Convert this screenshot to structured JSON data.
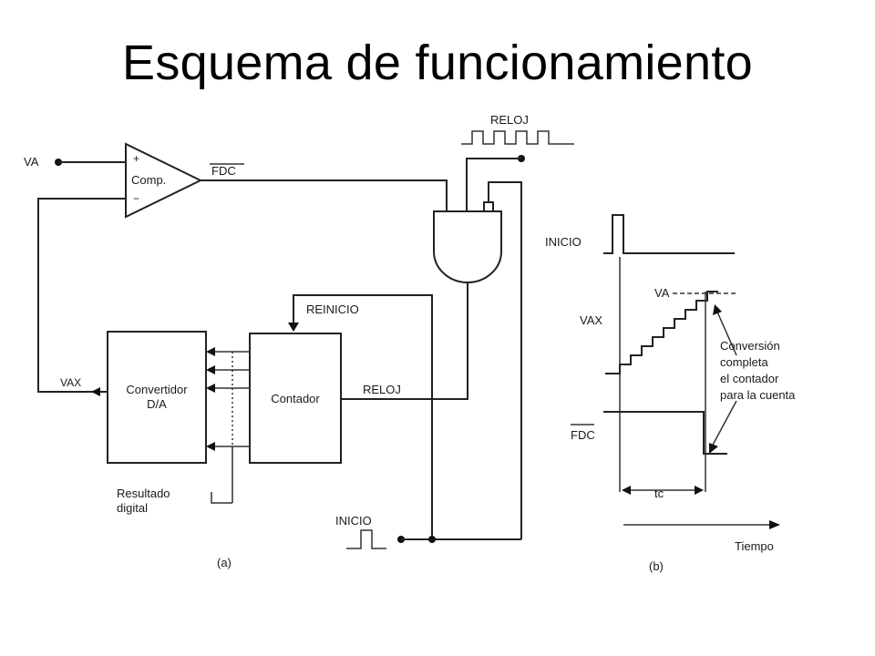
{
  "title": "Esquema de funcionamiento",
  "colors": {
    "ink": "#222222",
    "background": "#ffffff"
  },
  "circuit": {
    "input_label": "VA",
    "comparator_label": "Comp.",
    "comparator_plus": "+",
    "comparator_minus": "−",
    "fdc_label": "FDC",
    "clock_label": "RELOJ",
    "reset_label": "REINICIO",
    "dac_label_line1": "Convertidor",
    "dac_label_line2": "D/A",
    "dac_output_label": "VAX",
    "counter_label": "Contador",
    "counter_clock_label": "RELOJ",
    "result_label_line1": "Resultado",
    "result_label_line2": "digital",
    "start_label": "INICIO",
    "figure_label": "(a)"
  },
  "timing": {
    "start_label": "INICIO",
    "va_label": "VA",
    "vax_label": "VAX",
    "fdc_label": "FDC",
    "annotation_line1": "Conversión",
    "annotation_line2": "completa",
    "annotation_line3": "el contador",
    "annotation_line4": "para la cuenta",
    "tc_label": "tc",
    "time_label": "Tiempo",
    "figure_label": "(b)"
  }
}
